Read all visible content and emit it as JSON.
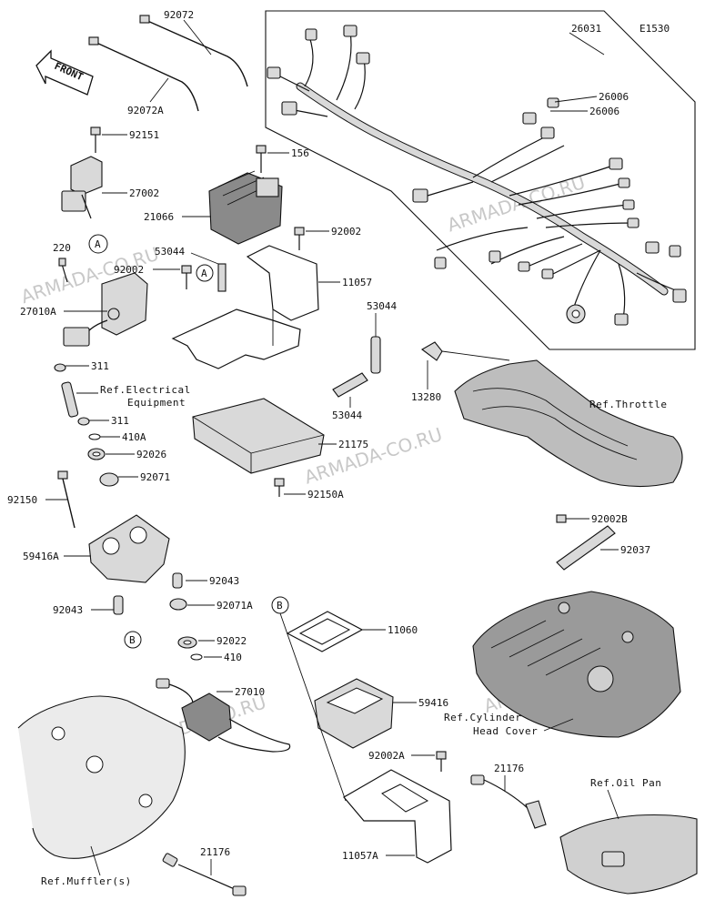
{
  "diagram_code": "E1530",
  "front_label": "FRONT",
  "watermark": "ARMADA-CO.RU",
  "circle_markers": {
    "a": "A",
    "b": "B"
  },
  "part_labels": {
    "p92072": "92072",
    "p92072A": "92072A",
    "p92151": "92151",
    "p27002": "27002",
    "p220": "220",
    "p27010A": "27010A",
    "p311_top": "311",
    "p311_bottom": "311",
    "p410A": "410A",
    "p92026": "92026",
    "p92071": "92071",
    "p92150": "92150",
    "p59416A": "59416A",
    "p92043_right": "92043",
    "p92043_left": "92043",
    "p92071A": "92071A",
    "p92022": "92022",
    "p410": "410",
    "p27010": "27010",
    "p21176_bottom": "21176",
    "p156": "156",
    "p21066": "21066",
    "p92002_top": "92002",
    "p53044_top": "53044",
    "p92002_left": "92002",
    "p11057": "11057",
    "p53044_right": "53044",
    "p53044_bottom": "53044",
    "p21175": "21175",
    "p92150A": "92150A",
    "p11060": "11060",
    "p59416": "59416",
    "p92002A": "92002A",
    "p11057A": "11057A",
    "p26031": "26031",
    "p26006_a": "26006",
    "p26006_b": "26006",
    "p13280": "13280",
    "p92002B": "92002B",
    "p92037": "92037",
    "p21176_right": "21176"
  },
  "references": {
    "electrical_1": "Ref.Electrical",
    "electrical_2": "Equipment",
    "throttle": "Ref.Throttle",
    "cylinder_1": "Ref.Cylinder",
    "cylinder_2": "Head Cover",
    "oil_pan": "Ref.Oil Pan",
    "muffler": "Ref.Muffler(s)"
  }
}
